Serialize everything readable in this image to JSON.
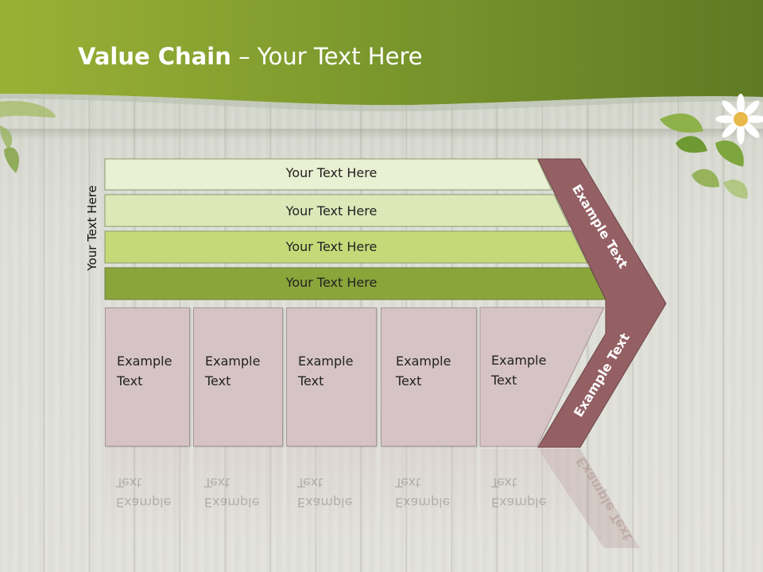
{
  "title": {
    "bold": "Value Chain",
    "rest": " – Your Text Here"
  },
  "side_label": "Your Text Here",
  "rows": [
    "Your Text Here",
    "Your Text Here",
    "Your Text Here",
    "Your Text Here"
  ],
  "boxes": [
    {
      "line1": "Example",
      "line2": "Text"
    },
    {
      "line1": "Example",
      "line2": "Text"
    },
    {
      "line1": "Example",
      "line2": "Text"
    },
    {
      "line1": "Example",
      "line2": "Text"
    },
    {
      "line1": "Example",
      "line2": "Text"
    }
  ],
  "arrow": {
    "upper": "Example Text",
    "lower": "Example Text"
  },
  "colors": {
    "header_green": "#7f9a2c",
    "row1": "#eaf0d3",
    "row2": "#dce8b8",
    "row3": "#c6d978",
    "row4": "#8aa53a",
    "box_fill": "#d6c3c5",
    "arrow_fill": "#946064"
  }
}
